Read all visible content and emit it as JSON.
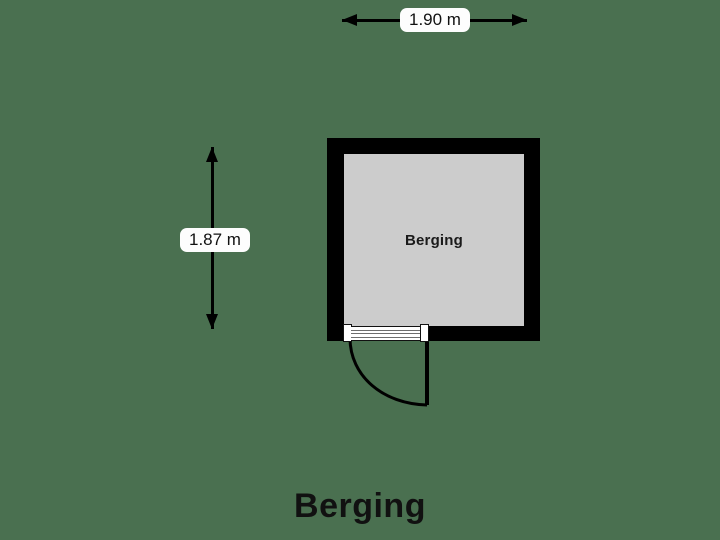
{
  "plan": {
    "title": "Berging",
    "background_color": "#4a7050",
    "wall_color": "#000000",
    "floor_color": "#cccccc",
    "label_text_color": "#111111"
  },
  "dimensions": {
    "width": {
      "label": "1.90 m",
      "value": 1.9,
      "unit": "m",
      "orientation": "horizontal"
    },
    "height": {
      "label": "1.87 m",
      "value": 1.87,
      "unit": "m",
      "orientation": "vertical"
    }
  },
  "room": {
    "name": "Berging",
    "label": "Berging"
  },
  "door": {
    "type": "swing-door",
    "swing": "outward-left-hinge",
    "glass_lines": 3
  },
  "icons": {
    "arrow_left": "arrow-left-icon",
    "arrow_right": "arrow-right-icon",
    "arrow_up": "arrow-up-icon",
    "arrow_down": "arrow-down-icon"
  }
}
